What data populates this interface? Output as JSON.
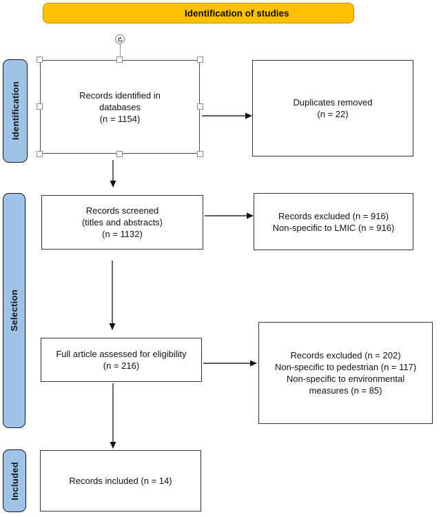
{
  "header": {
    "label": "Identification of studies"
  },
  "stages": [
    {
      "label": "Identification"
    },
    {
      "label": "Selection"
    },
    {
      "label": "Included"
    }
  ],
  "boxes": {
    "identified": {
      "lines": [
        "Records identified in",
        "databases",
        "(n = 1154)"
      ],
      "selected": "true"
    },
    "duplicates": {
      "lines": [
        "Duplicates removed",
        "(n = 22)"
      ]
    },
    "screened": {
      "lines": [
        "Records screened",
        "(titles and abstracts)",
        "(n = 1132)"
      ]
    },
    "excluded_screening": {
      "lines": [
        "Records excluded (n = 916)",
        "Non-specific to LMIC (n = 916)"
      ]
    },
    "fulltext": {
      "lines": [
        "Full article assessed for eligibility",
        "(n = 216)"
      ]
    },
    "excluded_fulltext": {
      "lines": [
        "Records excluded (n = 202)",
        "Non-specific to pedestrian (n = 117)",
        "Non-specific to environmental",
        "measures (n = 85)"
      ]
    },
    "included": {
      "lines": [
        "Records included (n = 14)"
      ]
    }
  },
  "colors": {
    "banner_fill": "#FFC000",
    "banner_border": "#BF9000",
    "stage_fill": "#9DC3E6",
    "box_border": "#333333",
    "arrow": "#262626",
    "selection_handle_border": "#8F8F8F"
  }
}
